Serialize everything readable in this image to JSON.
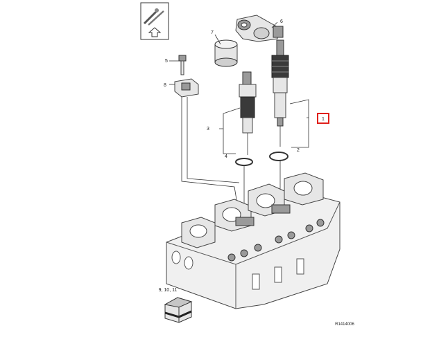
{
  "diagram": {
    "callouts": {
      "c1": "1",
      "c2": "2",
      "c3": "3",
      "c4": "4",
      "c5": "5",
      "c6": "6",
      "c7": "7",
      "c8": "8",
      "kit": "9, 10, 11"
    },
    "reference_code": "R1414006",
    "highlight_color": "#e0201b"
  }
}
